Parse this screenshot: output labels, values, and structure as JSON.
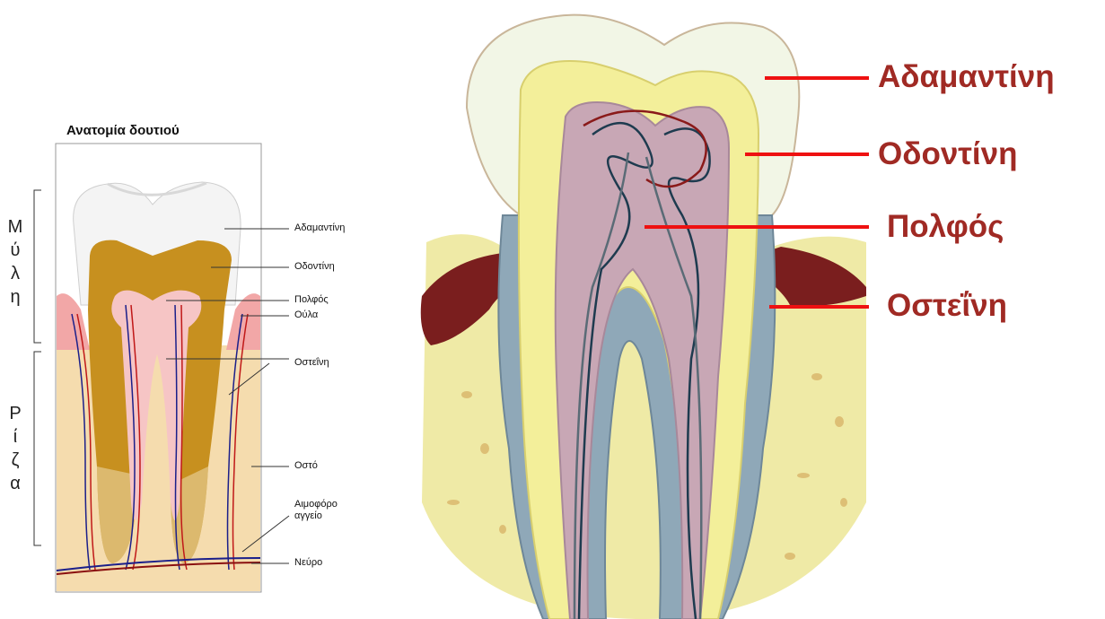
{
  "left_diagram": {
    "title": "Ανατομία δουτιού",
    "regions": {
      "crown": "Μ\nύ\nλ\nη",
      "root": "Ρ\nί\nζ\nα"
    },
    "labels": {
      "enamel": "Αδαμαντίνη",
      "dentin": "Οδοντίνη",
      "pulp": "Πολφός",
      "gums": "Ούλα",
      "cementum": "Οστεΐνη",
      "bone": "Οστό",
      "blood_vessel_1": "Αιμοφόρο",
      "blood_vessel_2": "αγγείο",
      "nerve": "Νεύρο"
    }
  },
  "right_diagram": {
    "labels": {
      "enamel": "Αδαμαντίνη",
      "dentin": "Οδοντίνη",
      "pulp": "Πολφός",
      "cementum": "Οστεΐνη"
    },
    "label_color": "#a02a24",
    "pointer_color": "#ee1111"
  }
}
